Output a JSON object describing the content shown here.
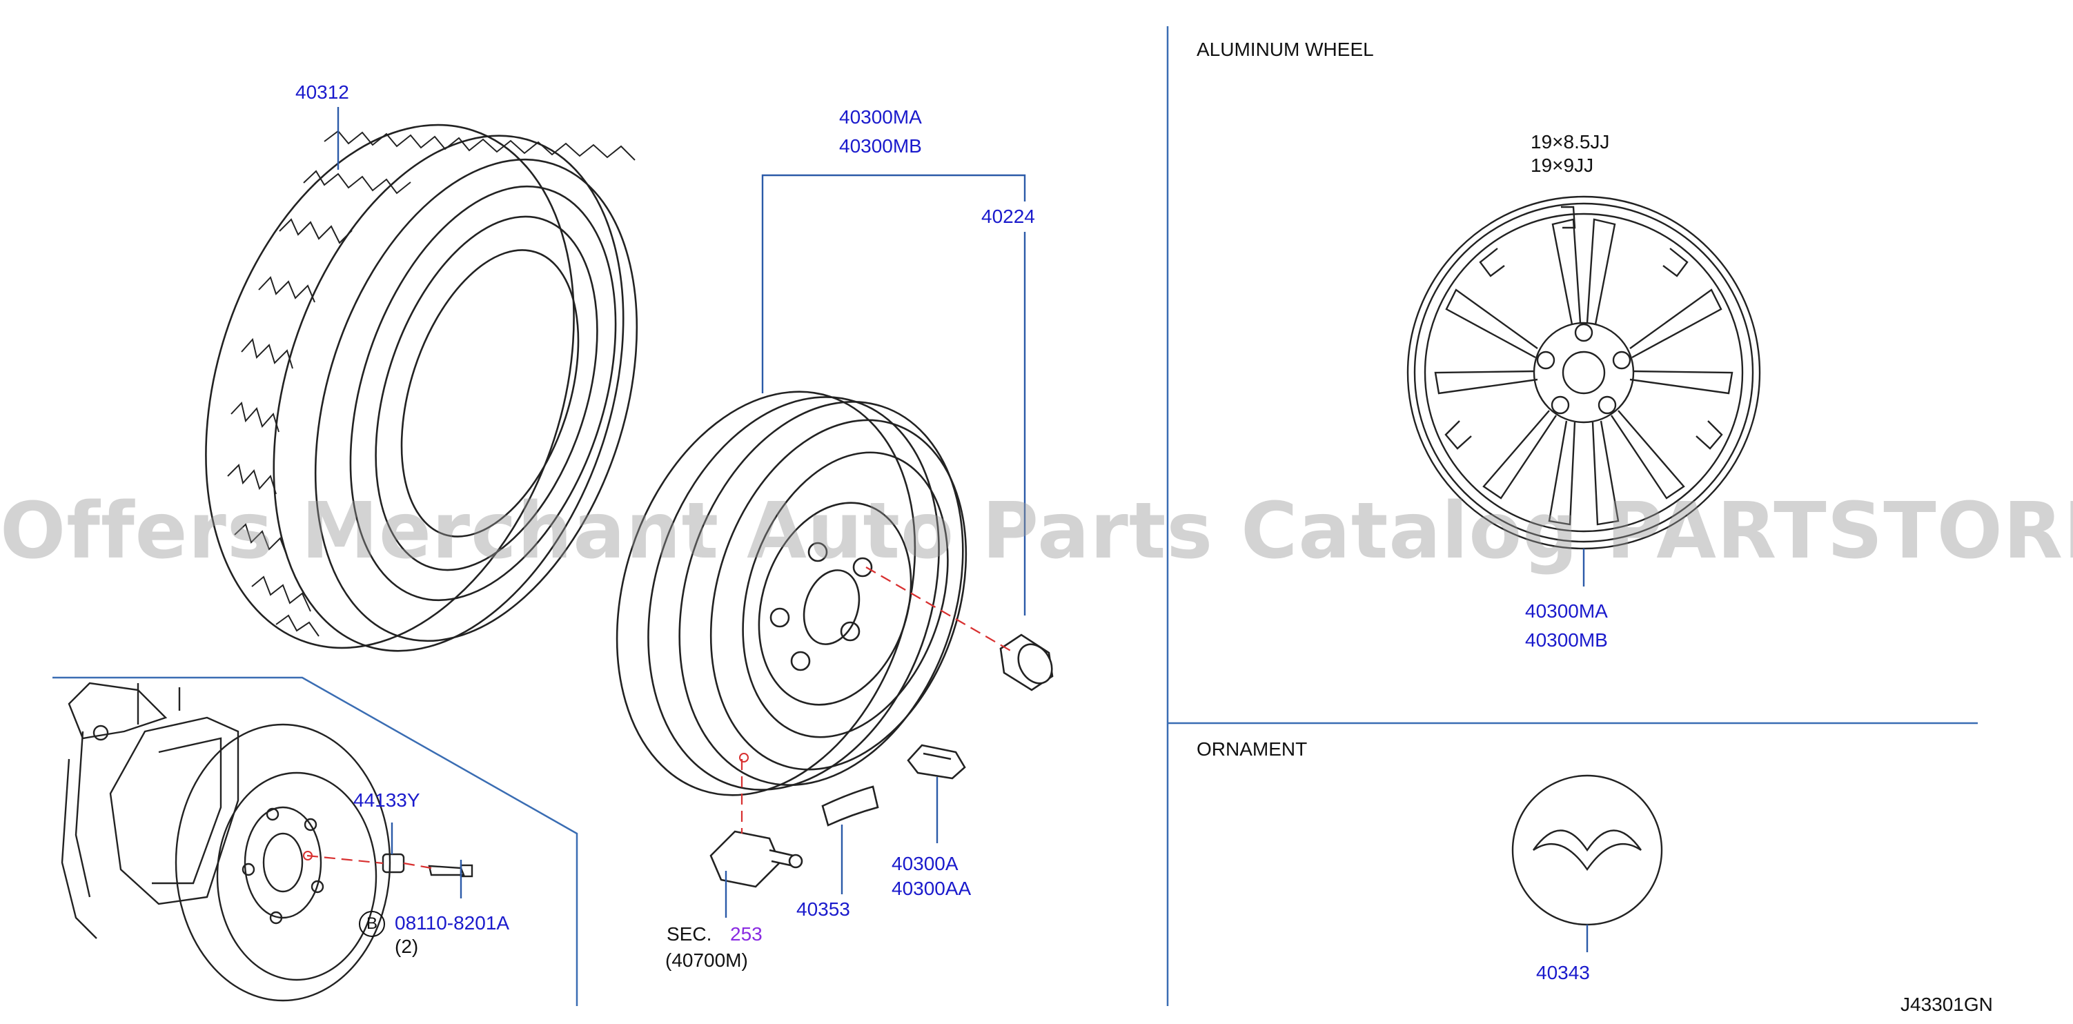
{
  "sections": {
    "aluminum_wheel": "ALUMINUM   WHEEL",
    "ornament": "ORNAMENT"
  },
  "wheel_sizes": [
    "19×8.5JJ",
    "19×9JJ"
  ],
  "parts": {
    "tire": "40312",
    "wheel_assy_a": "40300MA",
    "wheel_assy_b": "40300MB",
    "nut": "40224",
    "alloy_wheel_a": "40300MA",
    "alloy_wheel_b": "40300MB",
    "bolt_sleeve": "44133Y",
    "bolt_code": "B",
    "bolt": "08110-8201A",
    "bolt_qty": "(2)",
    "sensor_sec_prefix": "SEC.",
    "sensor_sec_num": "253",
    "sensor_ref": "(40700M)",
    "weight": "40353",
    "clip_a": "40300A",
    "clip_aa": "40300AA",
    "ornament": "40343"
  },
  "watermark": "Offers Merchant Auto Parts Catalog PARTSTORE.SA",
  "drawing_code": "J43301GN",
  "colors": {
    "part_number": "#1a1acc",
    "section_link": "#8a2be2",
    "leader_line": "#2b5aa8",
    "dashed_line": "#d83030"
  }
}
